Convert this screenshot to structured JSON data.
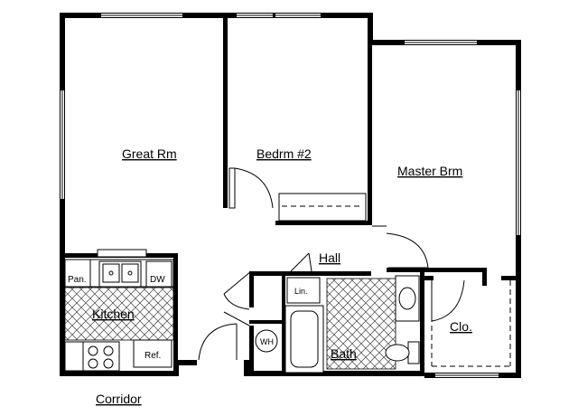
{
  "plan": {
    "rooms": {
      "great_room": "Great Rm",
      "bedroom2": "Bedrm #2",
      "master": "Master Brm",
      "hall": "Hall",
      "kitchen": "Kitchen",
      "bath": "Bath",
      "closet": "Clo.",
      "corridor": "Corridor"
    },
    "fixtures": {
      "pantry": "Pan.",
      "dishwasher": "DW",
      "refrigerator": "Ref.",
      "linen": "Lin.",
      "water_heater": "WH"
    }
  }
}
